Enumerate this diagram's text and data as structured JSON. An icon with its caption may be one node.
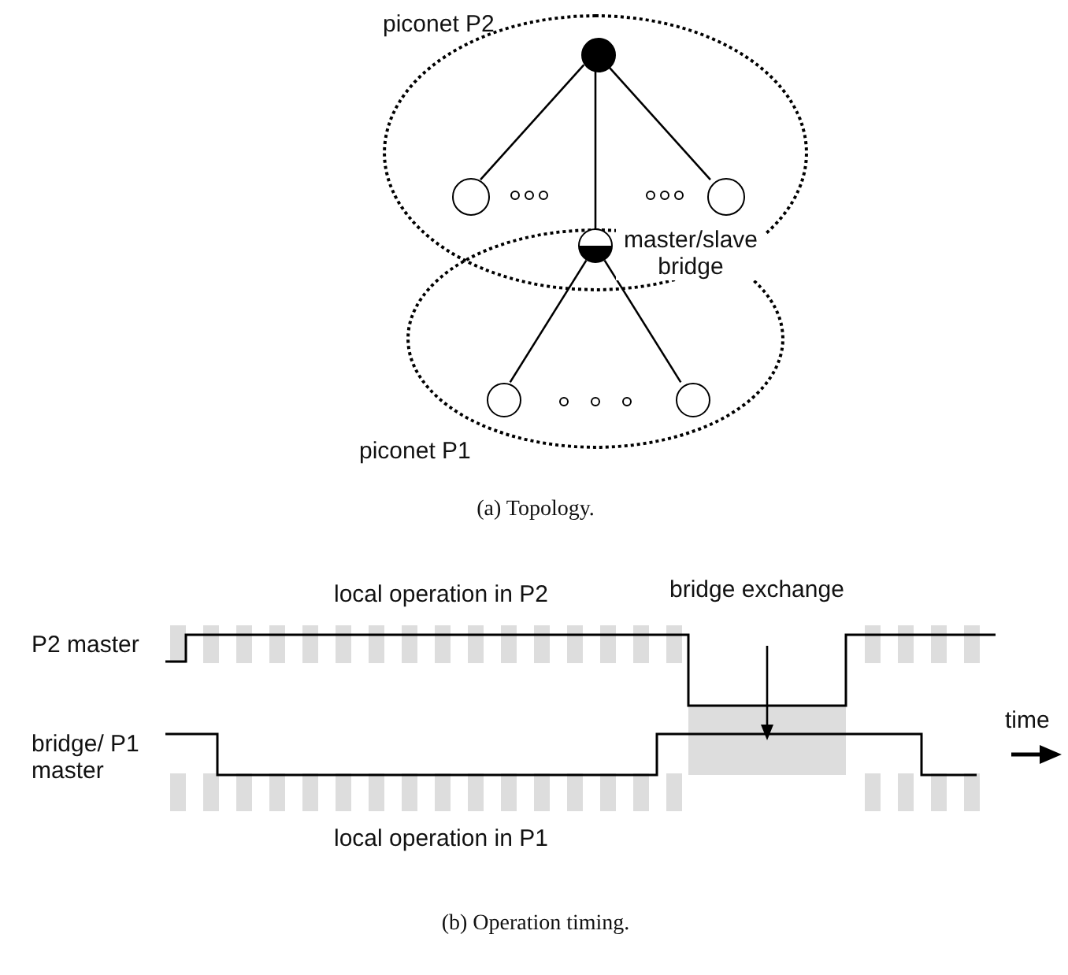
{
  "diagram": {
    "nodes": [
      {
        "text": [
          "piconet P2"
        ]
      },
      {
        "text": [
          "piconet P1"
        ]
      },
      {
        "text": [],
        "shape": "circle",
        "in": 0
      },
      {
        "text": [],
        "shape": "circle",
        "in": 0
      },
      {
        "text": [],
        "shape": "circle",
        "in": 0
      },
      {
        "text": [],
        "shape": "circle",
        "beside": [
          "master/slave bridge"
        ]
      },
      {
        "text": [],
        "shape": "circle",
        "in": 1
      },
      {
        "text": [],
        "shape": "circle",
        "in": 1
      }
    ],
    "edges": [
      {
        "from": 2,
        "to": 3,
        "arrow": "none"
      },
      {
        "from": 2,
        "to": 4,
        "arrow": "none"
      },
      {
        "from": 2,
        "to": 5,
        "arrow": "none"
      },
      {
        "from": 5,
        "to": 6,
        "arrow": "none"
      },
      {
        "from": 5,
        "to": 7,
        "arrow": "none"
      }
    ],
    "labels": [
      "(a) Topology.",
      "local operation in P2",
      "bridge exchange",
      "P2 master",
      "time",
      "bridge/ P1 master",
      "local operation in P1",
      "(b) Operation timing."
    ]
  }
}
